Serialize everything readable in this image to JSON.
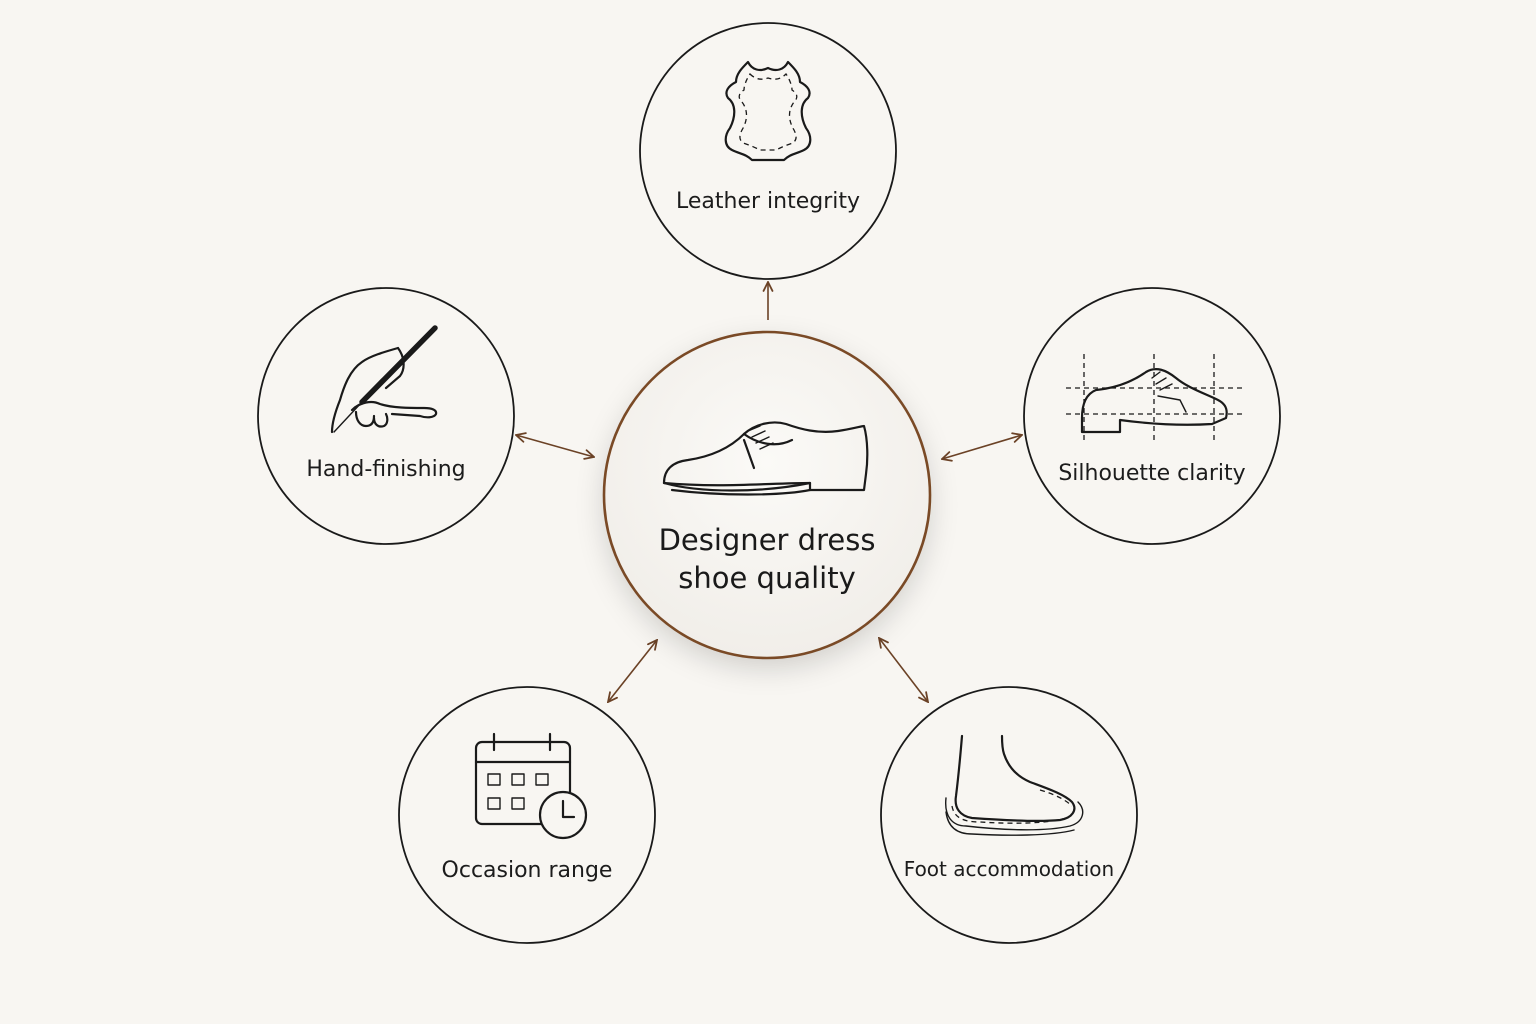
{
  "center": {
    "line1": "Designer dress",
    "line2": "shoe quality",
    "icon": "dress-shoe-icon"
  },
  "nodes": [
    {
      "id": "leather",
      "label": "Leather integrity",
      "icon": "leather-hide-icon"
    },
    {
      "id": "silhouette",
      "label": "Silhouette clarity",
      "icon": "shoe-silhouette-icon"
    },
    {
      "id": "foot",
      "label": "Foot accommodation",
      "icon": "foot-insole-icon"
    },
    {
      "id": "occasion",
      "label": "Occasion range",
      "icon": "calendar-clock-icon"
    },
    {
      "id": "hand",
      "label": "Hand-finishing",
      "icon": "hand-pen-icon"
    }
  ],
  "colors": {
    "background": "#f8f6f2",
    "connector": "#6b4226",
    "center_ring": "#7a4a26",
    "node_border": "#1a1a1a"
  }
}
